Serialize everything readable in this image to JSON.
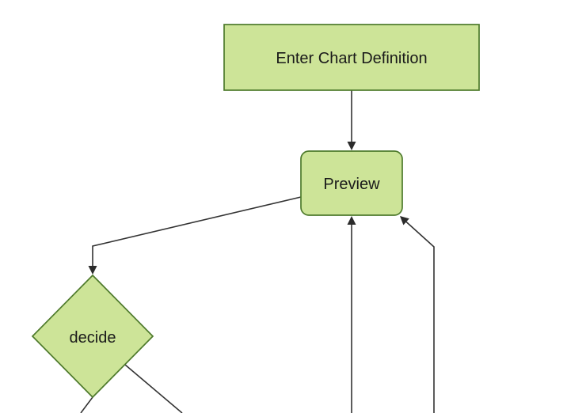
{
  "diagram": {
    "type": "flowchart",
    "direction": "top-down",
    "nodes": [
      {
        "id": "enter-chart-definition",
        "label": "Enter Chart Definition",
        "shape": "rectangle"
      },
      {
        "id": "preview",
        "label": "Preview",
        "shape": "rounded-rectangle"
      },
      {
        "id": "decide",
        "label": "decide",
        "shape": "diamond"
      }
    ],
    "edges": [
      {
        "from": "enter-chart-definition",
        "to": "preview",
        "arrowhead": true
      },
      {
        "from": "preview",
        "to": "decide",
        "arrowhead": true
      },
      {
        "from": "offscreen-bottom-center",
        "to": "preview",
        "arrowhead": true
      },
      {
        "from": "offscreen-bottom-right",
        "to": "preview",
        "arrowhead": true
      },
      {
        "from": "decide",
        "to": "offscreen-bottom-left",
        "arrowhead": false
      },
      {
        "from": "decide",
        "to": "offscreen-bottom-right",
        "arrowhead": false
      }
    ],
    "colors": {
      "background": "#ffffff",
      "node_fill": "#cde498",
      "node_border": "#4e7a2c",
      "edge_stroke": "#333333",
      "arrowhead_fill": "#2b2b2b",
      "text": "#1a1a1a"
    }
  }
}
